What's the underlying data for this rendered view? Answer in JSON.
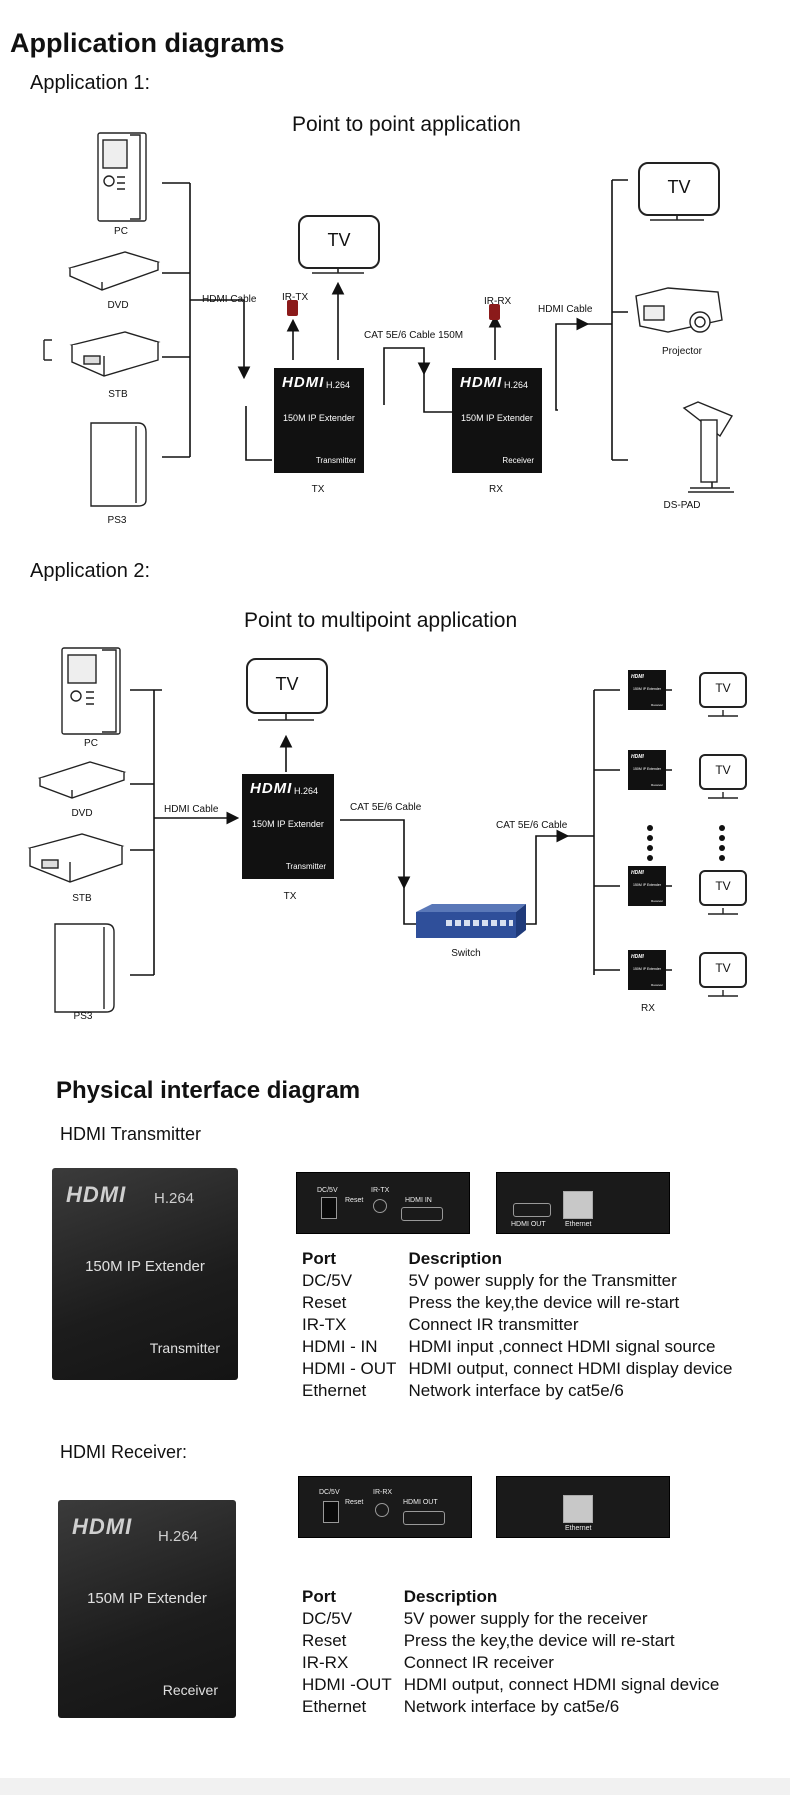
{
  "heading_app": "Application diagrams",
  "app1": {
    "label": "Application 1:",
    "title": "Point to point application",
    "sources": [
      "PC",
      "DVD",
      "STB",
      "PS3"
    ],
    "hdmi_cable_in": "HDMI Cable",
    "ir_tx": "IR-TX",
    "tv": "TV",
    "cat_cable": "CAT 5E/6 Cable 150M",
    "ir_rx": "IR-RX",
    "hdmi_cable_out": "HDMI Cable",
    "tx_unit": {
      "logo": "HDMI",
      "codec": "H.264",
      "name": "150M IP Extender",
      "role": "Transmitter"
    },
    "rx_unit": {
      "logo": "HDMI",
      "codec": "H.264",
      "name": "150M IP Extender",
      "role": "Receiver"
    },
    "tx_caption": "TX",
    "rx_caption": "RX",
    "outputs": [
      "TV",
      "Projector",
      "DS-PAD"
    ]
  },
  "app2": {
    "label": "Application 2:",
    "title": "Point to multipoint  application",
    "sources": [
      "PC",
      "DVD",
      "STB",
      "PS3"
    ],
    "hdmi_cable": "HDMI Cable",
    "tv": "TV",
    "cat_cable_1": "CAT 5E/6 Cable",
    "cat_cable_2": "CAT 5E/6 Cable",
    "tx_unit": {
      "logo": "HDMI",
      "codec": "H.264",
      "name": "150M IP Extender",
      "role": "Transmitter"
    },
    "tx_caption": "TX",
    "switch_caption": "Switch",
    "rx_caption": "RX",
    "rx_tvs": [
      "TV",
      "TV",
      "TV",
      "TV"
    ]
  },
  "heading_phys": "Physical interface diagram",
  "transmitter": {
    "label": "HDMI Transmitter",
    "photo": {
      "logo": "HDMI",
      "codec": "H.264",
      "name": "150M IP Extender",
      "role": "Transmitter"
    },
    "panel_left": [
      "DC/5V",
      "Reset",
      "IR-TX",
      "HDMI IN"
    ],
    "panel_right": [
      "HDMI OUT",
      "Ethernet"
    ],
    "table_head": [
      "Port",
      "Description"
    ],
    "rows": [
      [
        "DC/5V",
        "5V power supply for the Transmitter"
      ],
      [
        "Reset",
        "Press the key,the device will re-start"
      ],
      [
        "IR-TX",
        "Connect IR transmitter"
      ],
      [
        "HDMI - IN",
        "HDMI input ,connect HDMI signal source"
      ],
      [
        "HDMI - OUT",
        "HDMI output, connect HDMI display device"
      ],
      [
        "Ethernet",
        "Network interface by cat5e/6"
      ]
    ]
  },
  "receiver": {
    "label": "HDMI Receiver:",
    "photo": {
      "logo": "HDMI",
      "codec": "H.264",
      "name": "150M IP Extender",
      "role": "Receiver"
    },
    "panel_left": [
      "DC/5V",
      "Reset",
      "IR-RX",
      "HDMI OUT"
    ],
    "panel_right": [
      "Ethernet"
    ],
    "table_head": [
      "Port",
      "Description"
    ],
    "rows": [
      [
        "DC/5V",
        "5V power supply for the receiver"
      ],
      [
        "Reset",
        "Press the key,the device will re-start"
      ],
      [
        "IR-RX",
        "Connect IR receiver"
      ],
      [
        "HDMI -OUT",
        "HDMI output, connect HDMI signal device"
      ],
      [
        "Ethernet",
        "Network interface by cat5e/6"
      ]
    ]
  }
}
